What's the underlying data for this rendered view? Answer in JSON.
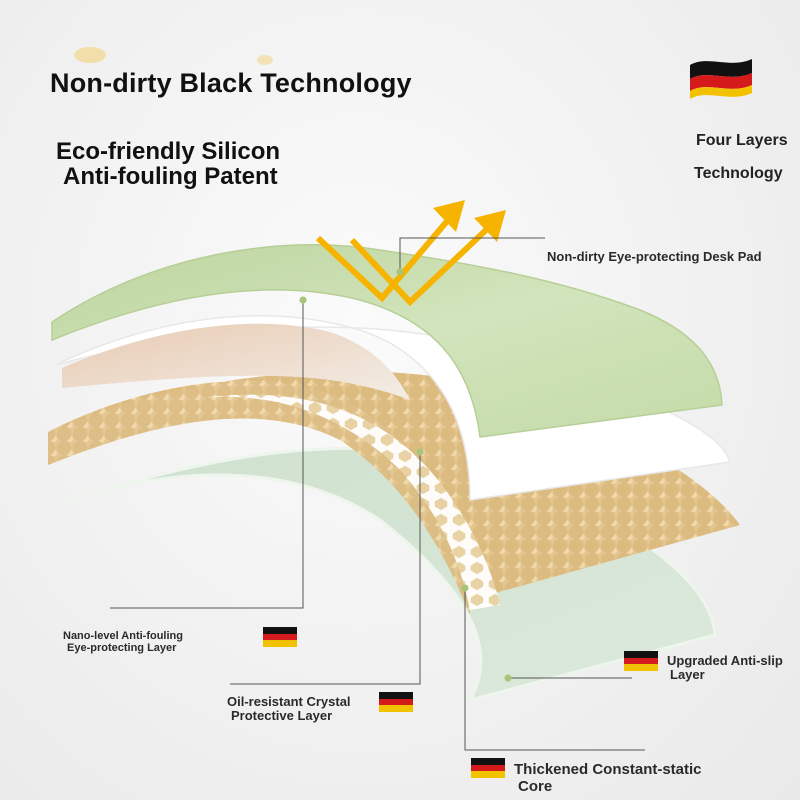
{
  "header": {
    "title": "Non-dirty Black Technology",
    "subtitle_line1": "Eco-friendly Silicon",
    "subtitle_line2": "Anti-fouling Patent",
    "side_line1": "Four Layers",
    "side_line2": "Technology"
  },
  "labels": {
    "top_pad": "Non-dirty Eye-protecting Desk Pad",
    "nano_line1": "Nano-level Anti-fouling",
    "nano_line2": "Eye-protecting Layer",
    "oil_line1": "Oil-resistant Crystal",
    "oil_line2": "Protective Layer",
    "slip_line1": "Upgraded Anti-slip",
    "slip_line2": "Layer",
    "core_line1": "Thickened Constant-static",
    "core_line2": "Core"
  },
  "colors": {
    "top_layer": "#c9ddb0",
    "crystal_layer": "#ffffff",
    "core_bead": "#d8b77d",
    "bottom_layer": "#d7e7d5",
    "arrow": "#f6b400",
    "flag_black": "#111111",
    "flag_red": "#d41a1a",
    "flag_gold": "#f2c200"
  },
  "icons": [
    "germany-flag-icon",
    "double-arrow-icon"
  ]
}
